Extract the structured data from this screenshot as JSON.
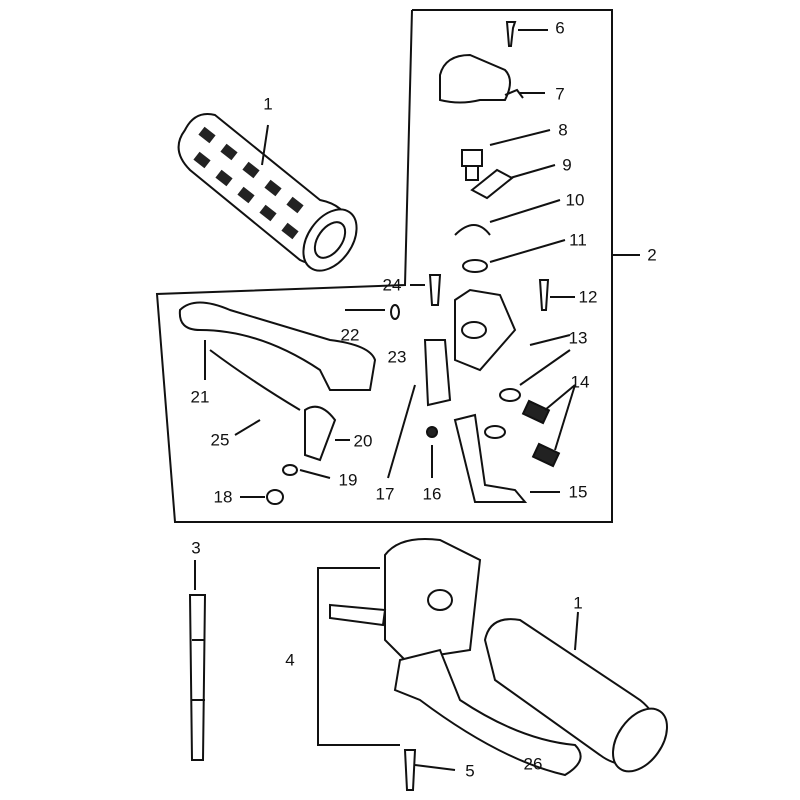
{
  "title": "Handlebar controls exploded parts diagram",
  "callouts": {
    "grip_top": "1",
    "group_2": "2",
    "part_3": "3",
    "group_4": "4",
    "part_5": "5",
    "part_6": "6",
    "part_7": "7",
    "part_8": "8",
    "part_9": "9",
    "part_10": "10",
    "part_11": "11",
    "part_12": "12",
    "part_13": "13",
    "part_14": "14",
    "part_15": "15",
    "part_16": "16",
    "part_17": "17",
    "part_18": "18",
    "part_19": "19",
    "part_20": "20",
    "part_21": "21",
    "part_22": "22",
    "part_23": "23",
    "part_24": "24",
    "part_25": "25",
    "part_26": "26",
    "grip_bottom": "1"
  }
}
